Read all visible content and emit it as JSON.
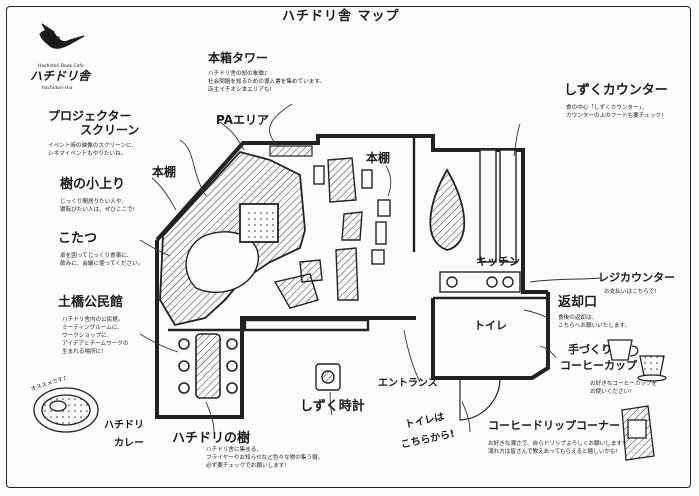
{
  "title": "ハチドリ舎 マップ",
  "logo": {
    "top": "Hachidori Book Cafe",
    "name": "ハチドリ舎",
    "bottom": "hachidori-sha"
  },
  "labels": {
    "bookshelf_tower": "本箱タワー",
    "bookshelf_tower_desc": [
      "ハチドリ舎の知の象徴♪",
      "社会問題を知るための導入書を集めています。",
      "店主イチオシ本エリアも!"
    ],
    "projector_screen_1": "プロジェクター",
    "projector_screen_2": "スクリーン",
    "projector_desc": [
      "イベント時の映像のスクリーンに、",
      "シネマイベントもやりたいね。"
    ],
    "pa_area": "PAエリア",
    "shizuku_counter": "しずくカウンター",
    "shizuku_counter_desc": [
      "食の中心「しずくカウンター」。",
      "カウンターの上のフードも要チェック!"
    ],
    "bookshelf_1": "本棚",
    "bookshelf_2": "本棚",
    "tree_rise": "樹の小上り",
    "tree_rise_desc": [
      "じっくり間居りたい人や、",
      "寝転びたい人は、ぜひここで!"
    ],
    "kotatsu": "こたつ",
    "kotatsu_desc": [
      "卓を囲ってじっくり食事に、",
      "飲みに、会議に使ってください。"
    ],
    "kitchen": "キッチン",
    "register_counter": "レジカウンター",
    "register_desc": [
      "お支払いはこちらで!"
    ],
    "tsuchihashi": "土橋公民館",
    "tsuchihashi_desc": [
      "ハチドリ舎内の公民館。",
      "ミーティングルームに、",
      "ワークショップに、",
      "アイデアとチームワークの",
      "生まれる場所に!"
    ],
    "return_counter": "返却口",
    "return_desc": [
      "食後の返却は、",
      "こちらへお願いいたします。"
    ],
    "toilet": "トイレ",
    "handmade_cup_1": "手づくり",
    "handmade_cup_2": "コーヒーカップ",
    "handmade_cup_desc": [
      "お好きなコーヒーカップを",
      "お使いください!"
    ],
    "osusume": "オススメです♪",
    "curry_1": "ハチドリ",
    "curry_2": "カレー",
    "entrance": "エントランス",
    "shizuku_clock": "しずく時計",
    "toilet_here_1": "トイレは",
    "toilet_here_2": "こちらから!",
    "hachidori_tree": "ハチドリの樹",
    "hachidori_tree_desc": [
      "ハチドリ舎に集まる、",
      "フライヤーやお知らせなど色々な物の集う樹。",
      "必ず要チェックでお願いします!"
    ],
    "coffee_drip": "コーヒードリップコーナー",
    "coffee_drip_desc": [
      "お好きな濃さで、自らドリップよろしくお願いします!",
      "滝れ方は皆さんで教えあってもらえると嬉しいかも!"
    ]
  },
  "colors": {
    "ink": "#1a1a1a",
    "paper": "#fdfdfb",
    "wall": "#222222"
  },
  "icons": [
    "hummingbird-icon",
    "coffee-cup-icon",
    "curry-plate-icon",
    "coffee-bag-icon",
    "clock-icon"
  ]
}
